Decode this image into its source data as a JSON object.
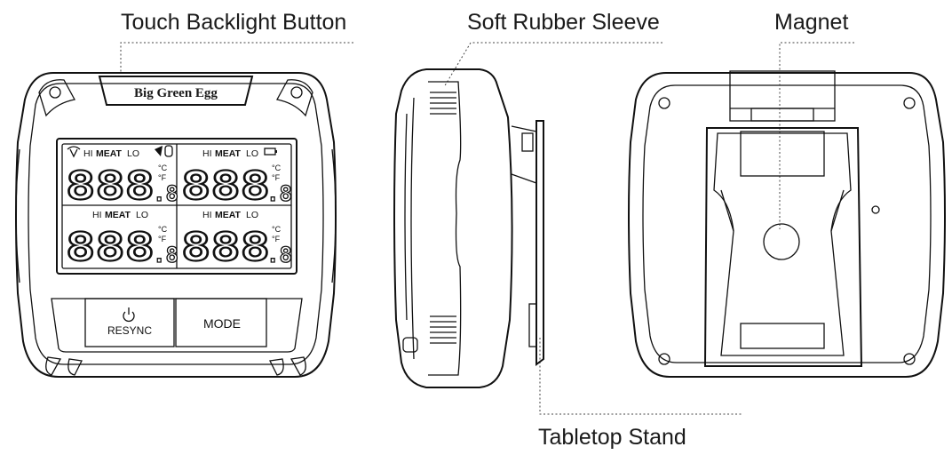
{
  "callouts": {
    "touch_backlight": "Touch Backlight Button",
    "soft_rubber_sleeve": "Soft Rubber Sleeve",
    "magnet": "Magnet",
    "tabletop_stand": "Tabletop Stand"
  },
  "front": {
    "brand": "Big Green Egg",
    "quadrants": [
      {
        "hi": "HI",
        "meat": "MEAT",
        "lo": "LO",
        "digits": "888",
        "decimal": ".8",
        "unit_c": "°C",
        "unit_f": "°F"
      },
      {
        "hi": "HI",
        "meat": "MEAT",
        "lo": "LO",
        "digits": "888",
        "decimal": ".8",
        "unit_c": "°C",
        "unit_f": "°F"
      },
      {
        "hi": "HI",
        "meat": "MEAT",
        "lo": "LO",
        "digits": "888",
        "decimal": ".8",
        "unit_c": "°C",
        "unit_f": "°F"
      },
      {
        "hi": "HI",
        "meat": "MEAT",
        "lo": "LO",
        "digits": "888",
        "decimal": ".8",
        "unit_c": "°C",
        "unit_f": "°F"
      }
    ],
    "buttons": {
      "resync_label": "RESYNC",
      "mode_label": "MODE",
      "power_icon": "power-icon"
    },
    "status_icons": [
      "signal-icon",
      "alarm-icon",
      "sleeve-icon",
      "battery-icon"
    ]
  }
}
